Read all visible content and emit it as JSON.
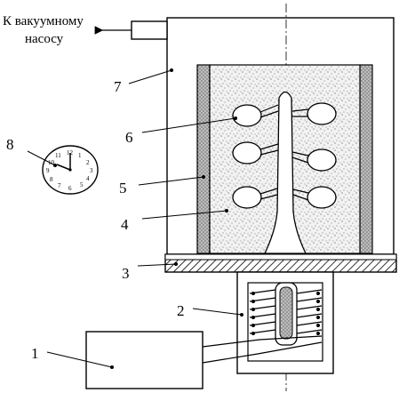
{
  "caption": {
    "line1": "К вакуумному",
    "line2": "насосу"
  },
  "labels": {
    "l1": "1",
    "l2": "2",
    "l3": "3",
    "l4": "4",
    "l5": "5",
    "l6": "6",
    "l7": "7",
    "l8": "8"
  },
  "clock": {
    "numerals": [
      "12",
      "1",
      "2",
      "3",
      "4",
      "5",
      "6",
      "7",
      "8",
      "9",
      "10",
      "11"
    ]
  },
  "colors": {
    "line": "#000000",
    "fill": "#d8d8d8",
    "background": "#ffffff"
  },
  "icons": {
    "clock": "clock-icon",
    "arrow": "left-arrow-icon"
  }
}
